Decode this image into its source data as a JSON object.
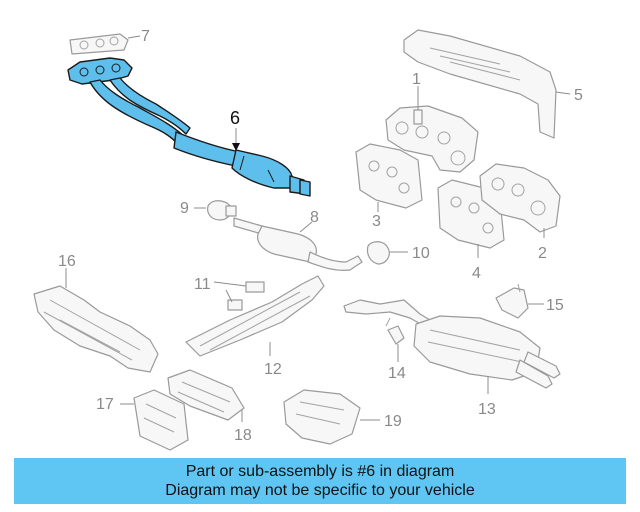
{
  "diagram": {
    "highlight_color": "#5fbfec",
    "callouts": {
      "c1": "1",
      "c2": "2",
      "c3": "3",
      "c4": "4",
      "c5": "5",
      "c6": "6",
      "c7": "7",
      "c8": "8",
      "c9": "9",
      "c10": "10",
      "c11": "11",
      "c12": "12",
      "c13": "13",
      "c14": "14",
      "c15": "15",
      "c16": "16",
      "c17": "17",
      "c18": "18",
      "c19": "19"
    }
  },
  "banner": {
    "line1": "Part or sub-assembly is #6 in diagram",
    "line2": "Diagram may not be specific to your vehicle",
    "color": "#5fc5f2"
  }
}
